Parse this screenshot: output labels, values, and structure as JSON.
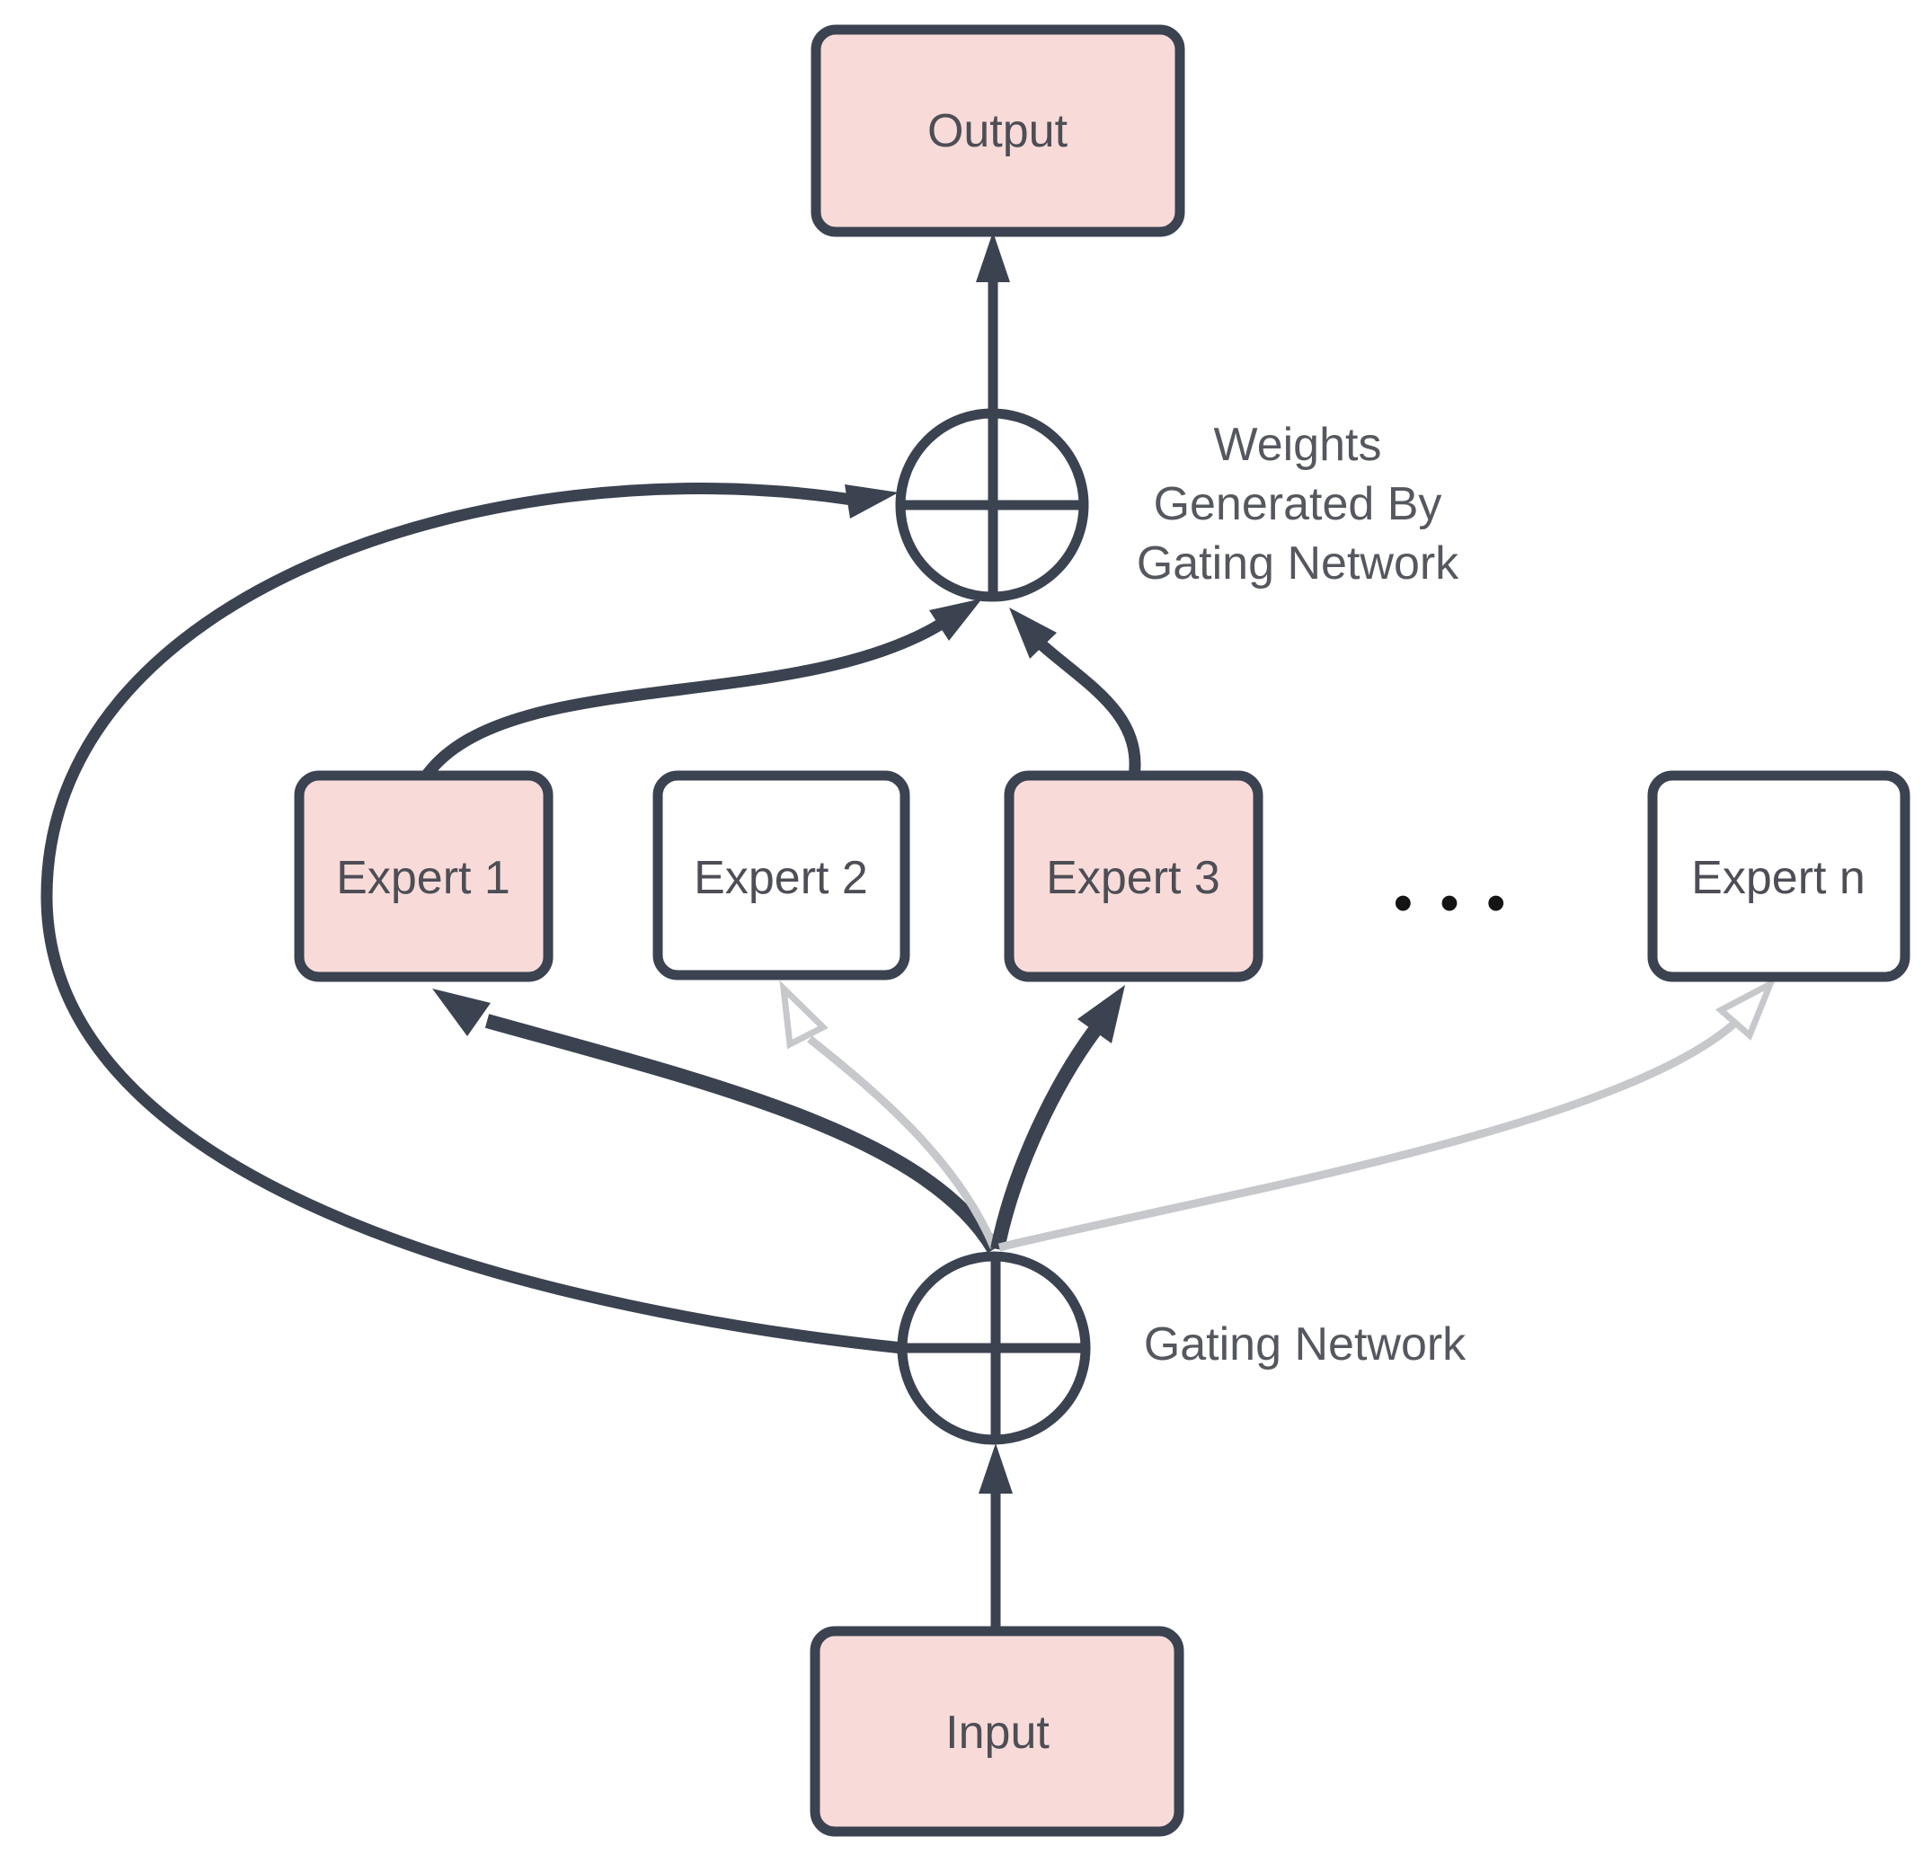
{
  "diagram": {
    "type": "mixture-of-experts-architecture",
    "nodes": {
      "output": {
        "label": "Output"
      },
      "input": {
        "label": "Input"
      },
      "experts": [
        {
          "label": "Expert 1",
          "highlighted": true
        },
        {
          "label": "Expert 2",
          "highlighted": false
        },
        {
          "label": "Expert 3",
          "highlighted": true
        },
        {
          "label": "Expert n",
          "highlighted": false
        }
      ],
      "sum_node_glyph": "circle-plus",
      "gating_node_glyph": "circle-plus"
    },
    "annotations": {
      "weights_label": [
        "Weights",
        "Generated By",
        "Gating Network"
      ],
      "gating_label": "Gating Network",
      "ellipsis": "•••"
    },
    "colors": {
      "canvas_bg": "#ffffff",
      "node_border": "#3b4250",
      "node_fill_highlight": "#f8dbd8",
      "node_fill_plain": "#ffffff",
      "arrow_dark": "#3b4250",
      "arrow_gray": "#c6c8cb",
      "node_label": "#4d4e56",
      "annotation_text": "#55585e",
      "dots": "#141414"
    }
  }
}
